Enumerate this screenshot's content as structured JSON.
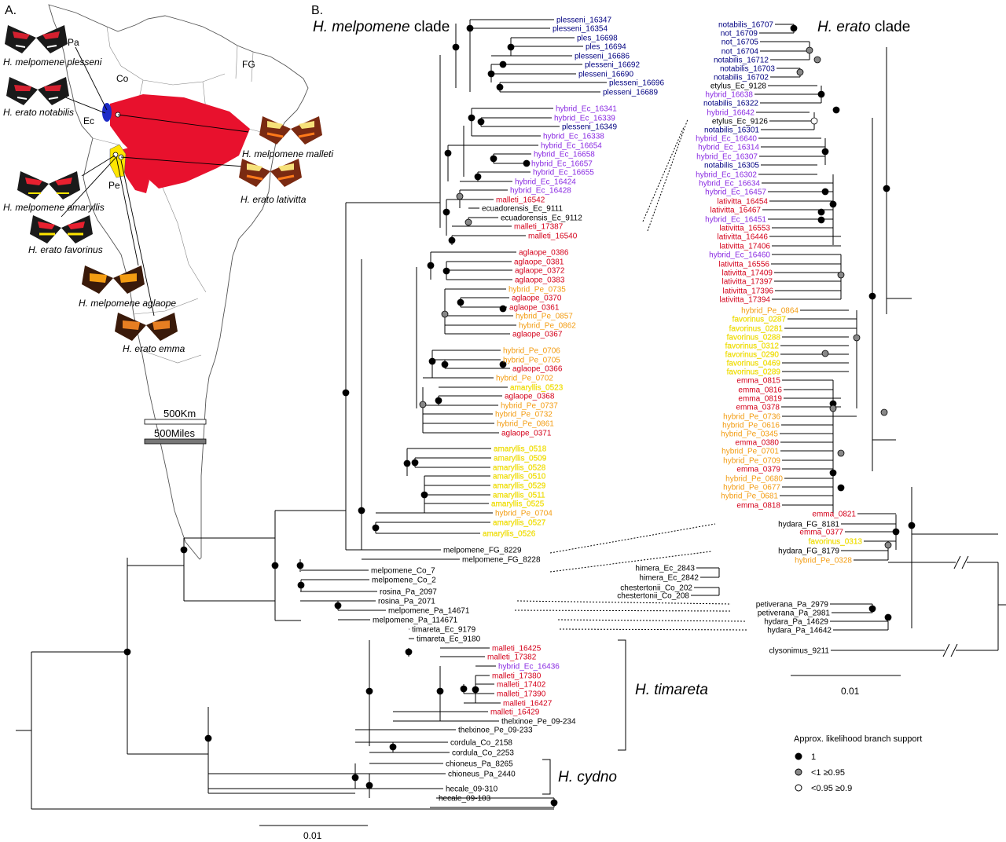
{
  "panels": {
    "a": "A.",
    "b": "B."
  },
  "clade_labels": {
    "melpomene_prefix": "H. melpomene",
    "melpomene_suffix": " clade",
    "erato_prefix": "H. erato",
    "erato_suffix": " clade",
    "timareta": "H. timareta",
    "cydno": "H. cydno"
  },
  "map": {
    "regions": {
      "pa": "Pa",
      "co": "Co",
      "fg": "FG",
      "ec": "Ec",
      "pe": "Pe"
    },
    "butterflies": [
      {
        "label": "H. melpomene plesseni"
      },
      {
        "label": "H. erato notabilis"
      },
      {
        "label": "H. melpomene malleti"
      },
      {
        "label": "H. melpomene amaryllis"
      },
      {
        "label": "H. erato lativitta"
      },
      {
        "label": "H. erato favorinus"
      },
      {
        "label": "H. melpomene aglaope"
      },
      {
        "label": "H. erato emma"
      }
    ],
    "scale_km": "500Km",
    "scale_miles": "500Miles",
    "colors": {
      "red": "#e8112d",
      "yellow": "#ffe600",
      "blue": "#1d2bc7"
    }
  },
  "scale_bars": {
    "left": "0.01",
    "right": "0.01"
  },
  "legend": {
    "title": "Approx. likelihood branch support",
    "items": [
      {
        "label": "1",
        "color": "#000000"
      },
      {
        "label": "<1 ≥0.95",
        "color": "#888888"
      },
      {
        "label": "<0.95 ≥0.9",
        "color": "#ffffff"
      }
    ]
  },
  "colors": {
    "blue": "#000080",
    "purple": "#8a2be2",
    "red": "#d4001a",
    "orange": "#f39c12",
    "yellow": "#ffee00",
    "black": "#000000"
  },
  "melpomene_tips": [
    {
      "label": "plesseni_16347",
      "color": "blue"
    },
    {
      "label": "plesseni_16354",
      "color": "blue"
    },
    {
      "label": "ples_16698",
      "color": "blue"
    },
    {
      "label": "ples_16694",
      "color": "blue"
    },
    {
      "label": "plesseni_16686",
      "color": "blue"
    },
    {
      "label": "plesseni_16692",
      "color": "blue"
    },
    {
      "label": "plesseni_16690",
      "color": "blue"
    },
    {
      "label": "plesseni_16696",
      "color": "blue"
    },
    {
      "label": "plesseni_16689",
      "color": "blue"
    },
    {
      "label": "hybrid_Ec_16341",
      "color": "purple"
    },
    {
      "label": "hybrid_Ec_16339",
      "color": "purple"
    },
    {
      "label": "plesseni_16349",
      "color": "blue"
    },
    {
      "label": "hybrid_Ec_16338",
      "color": "purple"
    },
    {
      "label": "hybrid_Ec_16654",
      "color": "purple"
    },
    {
      "label": "hybrid_Ec_16658",
      "color": "purple"
    },
    {
      "label": "hybrid_Ec_16657",
      "color": "purple"
    },
    {
      "label": "hybrid_Ec_16655",
      "color": "purple"
    },
    {
      "label": "hybrid_Ec_16424",
      "color": "purple"
    },
    {
      "label": "hybrid_Ec_16428",
      "color": "purple"
    },
    {
      "label": "malleti_16542",
      "color": "red"
    },
    {
      "label": "ecuadorensis_Ec_9111",
      "color": "black"
    },
    {
      "label": "ecuadorensis_Ec_9112",
      "color": "black"
    },
    {
      "label": "malleti_17387",
      "color": "red"
    },
    {
      "label": "malleti_16540",
      "color": "red"
    },
    {
      "label": "aglaope_0386",
      "color": "red"
    },
    {
      "label": "aglaope_0381",
      "color": "red"
    },
    {
      "label": "aglaope_0372",
      "color": "red"
    },
    {
      "label": "aglaope_0383",
      "color": "red"
    },
    {
      "label": "hybrid_Pe_0735",
      "color": "orange"
    },
    {
      "label": "aglaope_0370",
      "color": "red"
    },
    {
      "label": "aglaope_0361",
      "color": "red"
    },
    {
      "label": "hybrid_Pe_0857",
      "color": "orange"
    },
    {
      "label": "hybrid_Pe_0862",
      "color": "orange"
    },
    {
      "label": "aglaope_0367",
      "color": "red"
    },
    {
      "label": "hybrid_Pe_0706",
      "color": "orange"
    },
    {
      "label": "hybrid_Pe_0705",
      "color": "orange"
    },
    {
      "label": "aglaope_0366",
      "color": "red"
    },
    {
      "label": "hybrid_Pe_0702",
      "color": "orange"
    },
    {
      "label": "amaryllis_0523",
      "color": "yellow"
    },
    {
      "label": "aglaope_0368",
      "color": "red"
    },
    {
      "label": "hybrid_Pe_0737",
      "color": "orange"
    },
    {
      "label": "hybrid_Pe_0732",
      "color": "orange"
    },
    {
      "label": "hybrid_Pe_0861",
      "color": "orange"
    },
    {
      "label": "aglaope_0371",
      "color": "red"
    },
    {
      "label": "amaryllis_0518",
      "color": "yellow"
    },
    {
      "label": "amaryllis_0509",
      "color": "yellow"
    },
    {
      "label": "amaryllis_0528",
      "color": "yellow"
    },
    {
      "label": "amaryllis_0510",
      "color": "yellow"
    },
    {
      "label": "amaryllis_0529",
      "color": "yellow"
    },
    {
      "label": "amaryllis_0511",
      "color": "yellow"
    },
    {
      "label": "amaryllis_0525",
      "color": "yellow"
    },
    {
      "label": "hybrid_Pe_0704",
      "color": "orange"
    },
    {
      "label": "amaryllis_0527",
      "color": "yellow"
    },
    {
      "label": "amaryllis_0526",
      "color": "yellow"
    },
    {
      "label": "melpomene_FG_8229",
      "color": "black"
    },
    {
      "label": "melpomene_FG_8228",
      "color": "black"
    },
    {
      "label": "melpomene_Co_7",
      "color": "black"
    },
    {
      "label": "melpomene_Co_2",
      "color": "black"
    },
    {
      "label": "rosina_Pa_2097",
      "color": "black"
    },
    {
      "label": "rosina_Pa_2071",
      "color": "black"
    },
    {
      "label": "melpomene_Pa_14671",
      "color": "black"
    },
    {
      "label": "melpomene_Pa_114671",
      "color": "black"
    },
    {
      "label": "timareta_Ec_9179",
      "color": "black"
    },
    {
      "label": "timareta_Ec_9180",
      "color": "black"
    },
    {
      "label": "malleti_16425",
      "color": "red"
    },
    {
      "label": "malleti_17382",
      "color": "red"
    },
    {
      "label": "hybrid_Ec_16436",
      "color": "purple"
    },
    {
      "label": "malleti_17380",
      "color": "red"
    },
    {
      "label": "malleti_17402",
      "color": "red"
    },
    {
      "label": "malleti_17390",
      "color": "red"
    },
    {
      "label": "malleti_16427",
      "color": "red"
    },
    {
      "label": "malleti_16429",
      "color": "red"
    },
    {
      "label": "thelxinoe_Pe_09-234",
      "color": "black"
    },
    {
      "label": "thelxinoe_Pe_09-233",
      "color": "black"
    },
    {
      "label": "cordula_Co_2158",
      "color": "black"
    },
    {
      "label": "cordula_Co_2253",
      "color": "black"
    },
    {
      "label": "chioneus_Pa_8265",
      "color": "black"
    },
    {
      "label": "chioneus_Pa_2440",
      "color": "black"
    },
    {
      "label": "hecale_09-310",
      "color": "black"
    },
    {
      "label": "hecale_09-103",
      "color": "black"
    }
  ],
  "erato_tips": [
    {
      "label": "notabilis_16707",
      "color": "blue"
    },
    {
      "label": "not_16709",
      "color": "blue"
    },
    {
      "label": "not_16705",
      "color": "blue"
    },
    {
      "label": "not_16704",
      "color": "blue"
    },
    {
      "label": "notabilis_16712",
      "color": "blue"
    },
    {
      "label": "notabilis_16703",
      "color": "blue"
    },
    {
      "label": "notabilis_16702",
      "color": "blue"
    },
    {
      "label": "etylus_Ec_9128",
      "color": "black"
    },
    {
      "label": "hybrid_16638",
      "color": "purple"
    },
    {
      "label": "notabilis_16322",
      "color": "blue"
    },
    {
      "label": "hybrid_16642",
      "color": "purple"
    },
    {
      "label": "etylus_Ec_9126",
      "color": "black"
    },
    {
      "label": "notabilis_16301",
      "color": "blue"
    },
    {
      "label": "hybrid_Ec_16640",
      "color": "purple"
    },
    {
      "label": "hybrid_Ec_16314",
      "color": "purple"
    },
    {
      "label": "hybrid_Ec_16307",
      "color": "purple"
    },
    {
      "label": "notabilis_16305",
      "color": "blue"
    },
    {
      "label": "hybrid_Ec_16302",
      "color": "purple"
    },
    {
      "label": "hybrid_Ec_16634",
      "color": "purple"
    },
    {
      "label": "hybrid_Ec_16457",
      "color": "purple"
    },
    {
      "label": "lativitta_16454",
      "color": "red"
    },
    {
      "label": "lativitta_16467",
      "color": "red"
    },
    {
      "label": "hybrid_Ec_16451",
      "color": "purple"
    },
    {
      "label": "lativitta_16553",
      "color": "red"
    },
    {
      "label": "lativitta_16446",
      "color": "red"
    },
    {
      "label": "lativitta_17406",
      "color": "red"
    },
    {
      "label": "hybrid_Ec_16460",
      "color": "purple"
    },
    {
      "label": "lativitta_16556",
      "color": "red"
    },
    {
      "label": "lativitta_17409",
      "color": "red"
    },
    {
      "label": "lativitta_17397",
      "color": "red"
    },
    {
      "label": "lativitta_17396",
      "color": "red"
    },
    {
      "label": "lativitta_17394",
      "color": "red"
    },
    {
      "label": "hybrid_Pe_0864",
      "color": "orange"
    },
    {
      "label": "favorinus_0287",
      "color": "yellow"
    },
    {
      "label": "favorinus_0281",
      "color": "yellow"
    },
    {
      "label": "favorinus_0288",
      "color": "yellow"
    },
    {
      "label": "favorinus_0312",
      "color": "yellow"
    },
    {
      "label": "favorinus_0290",
      "color": "yellow"
    },
    {
      "label": "favorinus_0469",
      "color": "yellow"
    },
    {
      "label": "favorinus_0289",
      "color": "yellow"
    },
    {
      "label": "emma_0815",
      "color": "red"
    },
    {
      "label": "emma_0816",
      "color": "red"
    },
    {
      "label": "emma_0819",
      "color": "red"
    },
    {
      "label": "emma_0378",
      "color": "red"
    },
    {
      "label": "hybrid_Pe_0736",
      "color": "orange"
    },
    {
      "label": "hybrid_Pe_0616",
      "color": "orange"
    },
    {
      "label": "hybrid_Pe_0345",
      "color": "orange"
    },
    {
      "label": "emma_0380",
      "color": "red"
    },
    {
      "label": "hybrid_Pe_0701",
      "color": "orange"
    },
    {
      "label": "hybrid_Pe_0709",
      "color": "orange"
    },
    {
      "label": "emma_0379",
      "color": "red"
    },
    {
      "label": "hybrid_Pe_0680",
      "color": "orange"
    },
    {
      "label": "hybrid_Pe_0677",
      "color": "orange"
    },
    {
      "label": "hybrid_Pe_0681",
      "color": "orange"
    },
    {
      "label": "emma_0818",
      "color": "red"
    },
    {
      "label": "emma_0821",
      "color": "red"
    },
    {
      "label": "hydara_FG_8181",
      "color": "black"
    },
    {
      "label": "emma_0377",
      "color": "red"
    },
    {
      "label": "favorinus_0313",
      "color": "yellow"
    },
    {
      "label": "hydara_FG_8179",
      "color": "black"
    },
    {
      "label": "hybrid_Pe_0328",
      "color": "orange"
    },
    {
      "label": "himera_Ec_2843",
      "color": "black"
    },
    {
      "label": "himera_Ec_2842",
      "color": "black"
    },
    {
      "label": "chestertonii_Co_202",
      "color": "black"
    },
    {
      "label": "chestertonii_Co_208",
      "color": "black"
    },
    {
      "label": "petiverana_Pa_2979",
      "color": "black"
    },
    {
      "label": "petiverana_Pa_2981",
      "color": "black"
    },
    {
      "label": "hydara_Pa_14629",
      "color": "black"
    },
    {
      "label": "hydara_Pa_14642",
      "color": "black"
    },
    {
      "label": "clysonimus_9211",
      "color": "black"
    }
  ]
}
